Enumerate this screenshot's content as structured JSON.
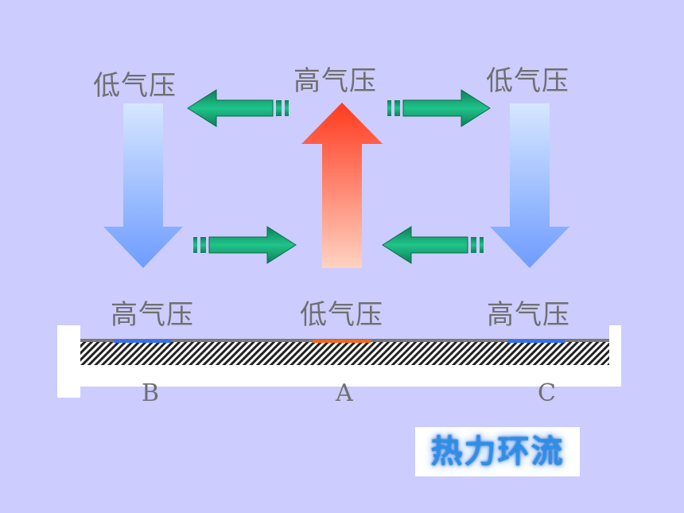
{
  "pressure_labels": {
    "top_left": "低气压",
    "top_center": "高气压",
    "top_right": "低气压",
    "bottom_left": "高气压",
    "bottom_center": "低气压",
    "bottom_right": "高气压"
  },
  "sites": {
    "b": "B",
    "a": "A",
    "c": "C"
  },
  "title": "热力环流",
  "colors": {
    "background": "#ccccff",
    "rising_arrow_top": "#ff3a1e",
    "rising_arrow_bottom": "#ffd2c2",
    "sinking_arrow_top": "#d6e6ff",
    "sinking_arrow_bottom": "#6e9cff",
    "horizontal_arrow": "#139a6a",
    "ground_high_pressure": "#3a6fe6",
    "ground_low_pressure": "#f26a1a",
    "title_text": "#2e8fe6"
  }
}
